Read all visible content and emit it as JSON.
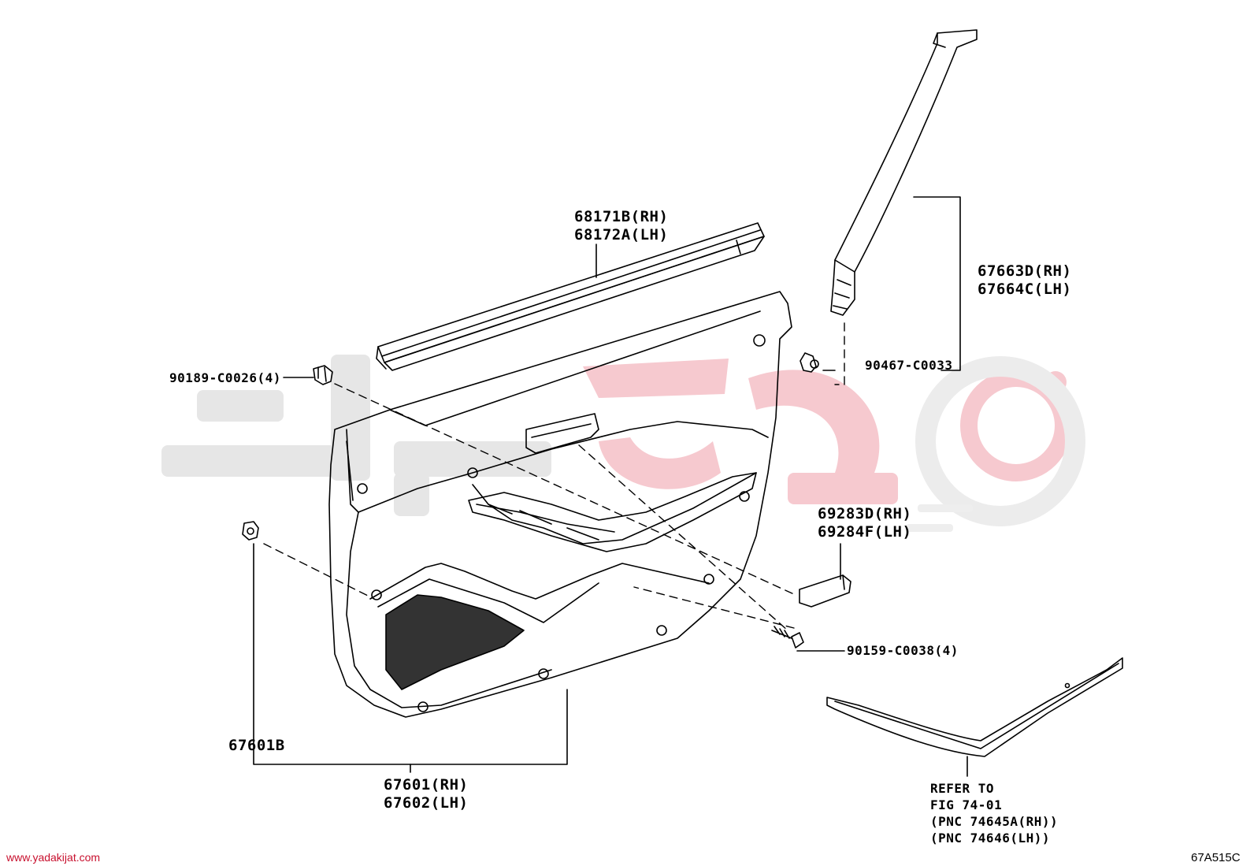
{
  "labels": {
    "weatherstrip_rh": "68171B(RH)",
    "weatherstrip_lh": "68172A(LH)",
    "pillar_trim_rh": "67663D(RH)",
    "pillar_trim_lh": "67664C(LH)",
    "clip_90467": "90467-C0033",
    "clip_90189": "90189-C0026(4)",
    "handle_rh": "69283D(RH)",
    "handle_lh": "69284F(LH)",
    "screw_90159": "90159-C0038(4)",
    "clip_67601b": "67601B",
    "door_trim_rh": "67601(RH)",
    "door_trim_lh": "67602(LH)",
    "refer_1": "REFER TO",
    "refer_2": "FIG 74-01",
    "refer_3": "(PNC 74645A(RH))",
    "refer_4": "(PNC 74646(LH))"
  },
  "footer": {
    "website": "www.yadakijat.com",
    "figure_code": "67A515C"
  },
  "colors": {
    "line": "#000000",
    "watermark_gray": "#e6e6e6",
    "watermark_red": "#f6c9cf",
    "website": "#c8102e"
  }
}
